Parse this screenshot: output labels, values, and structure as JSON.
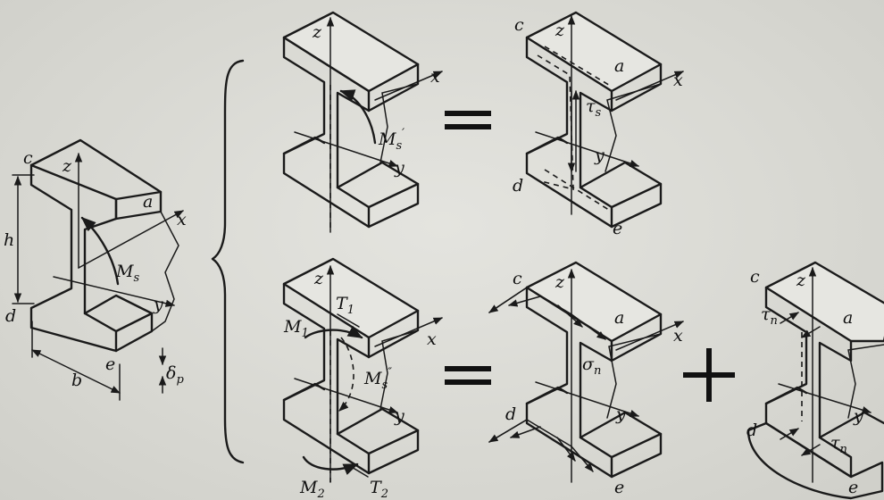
{
  "labels": {
    "c": "c",
    "a": "a",
    "d": "d",
    "e": "e",
    "h": "h",
    "b": "b",
    "x": "x",
    "y": "y",
    "z": "z",
    "M": "M",
    "T": "T",
    "tau": "τ",
    "sigma": "σ",
    "delta": "δ",
    "sub_s": "s",
    "sub_p": "p",
    "sub_n": "n",
    "sub_1": "1",
    "sub_2": "2",
    "prime": "′",
    "dprime": "″"
  },
  "colors": {
    "ink": "#1a1a1a",
    "paper": "#dcdcd7"
  }
}
